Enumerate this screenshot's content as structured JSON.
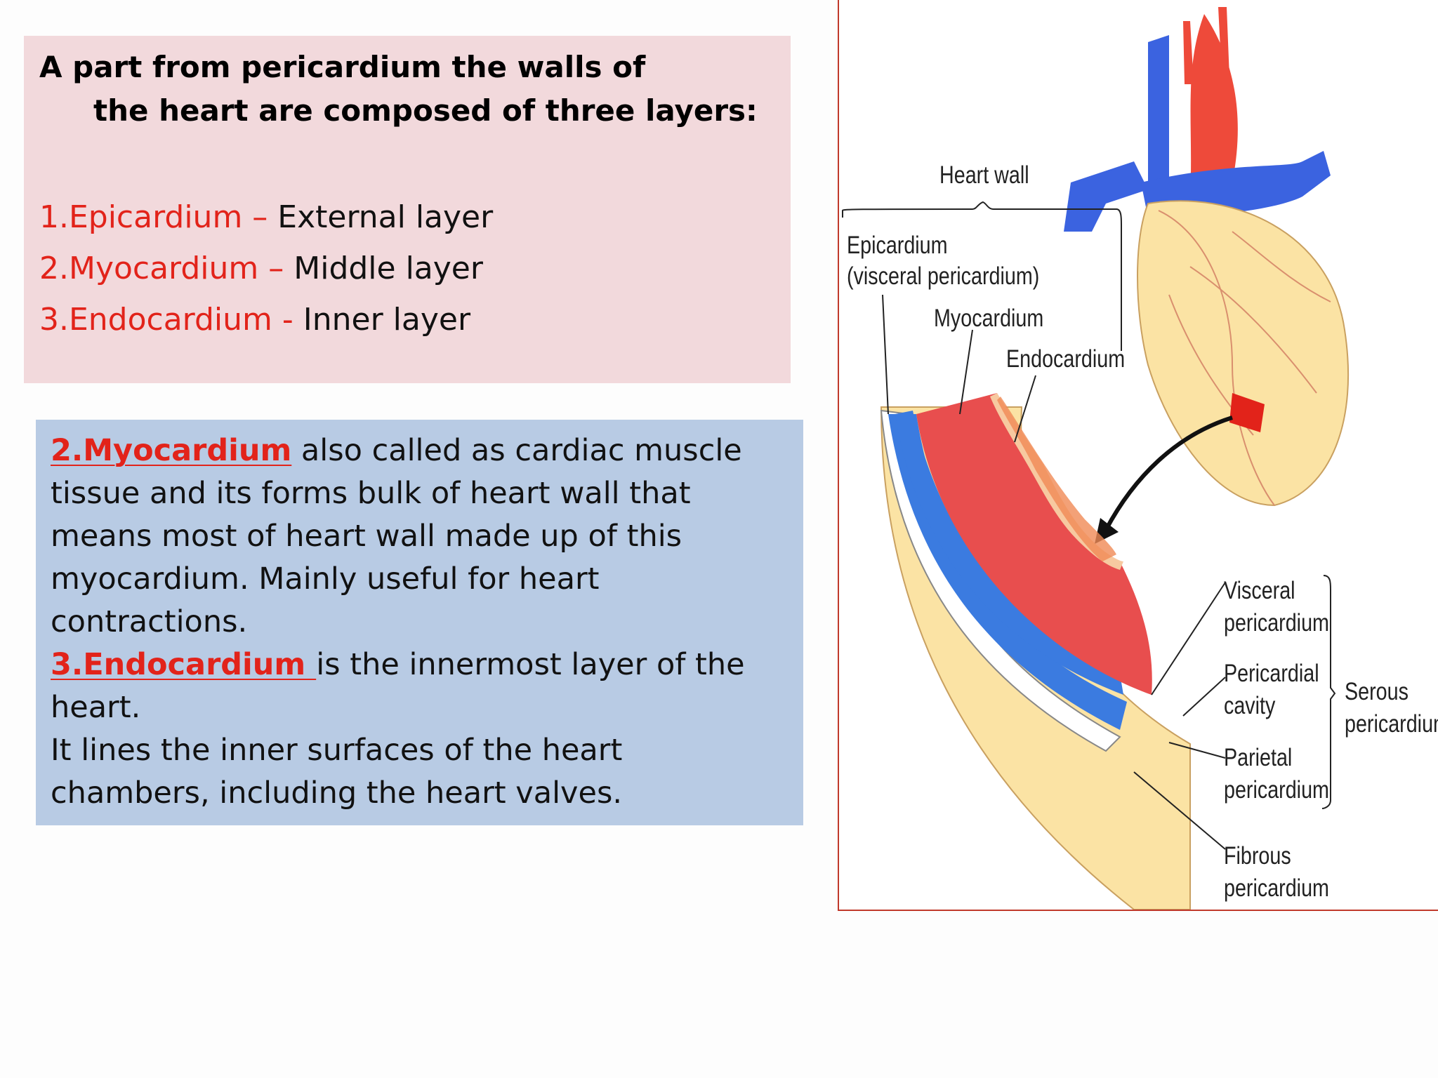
{
  "intro": {
    "line1": "A part from pericardium the walls of",
    "line2": "the heart are composed of three layers:"
  },
  "layers": [
    {
      "term": "1.Epicardium – ",
      "desc": "External layer"
    },
    {
      "term": "2.Myocardium – ",
      "desc": "Middle  layer"
    },
    {
      "term": "3.Endocardium - ",
      "desc": "Inner layer"
    }
  ],
  "details": {
    "myo_term": "2.Myocardium",
    "myo_text": " also called as cardiac muscle tissue and its forms bulk of heart wall that means most of heart wall made up of this myocardium. Mainly useful for heart contractions.",
    "endo_term": "3.Endocardium ",
    "endo_text": " is the innermost layer of the heart.",
    "endo_text2": "It lines the inner surfaces of the heart chambers, including the heart valves."
  },
  "diagram": {
    "heart_wall": "Heart wall",
    "epicardium": "Epicardium",
    "visceral_pericardium_paren": "(visceral pericardium)",
    "myocardium": "Myocardium",
    "endocardium": "Endocardium",
    "visceral1": "Visceral",
    "visceral2": "pericardium",
    "pericardial1": "Pericardial",
    "pericardial2": "cavity",
    "parietal1": "Parietal",
    "parietal2": "pericardium",
    "fibrous1": "Fibrous",
    "fibrous2": "pericardium",
    "serous1": "Serous",
    "serous2": "pericardium"
  },
  "colors": {
    "term_red": "#e2231a",
    "pink_box": "#f2d9dc",
    "blue_box": "#b8cbe4",
    "figure_border": "#c0392b"
  }
}
